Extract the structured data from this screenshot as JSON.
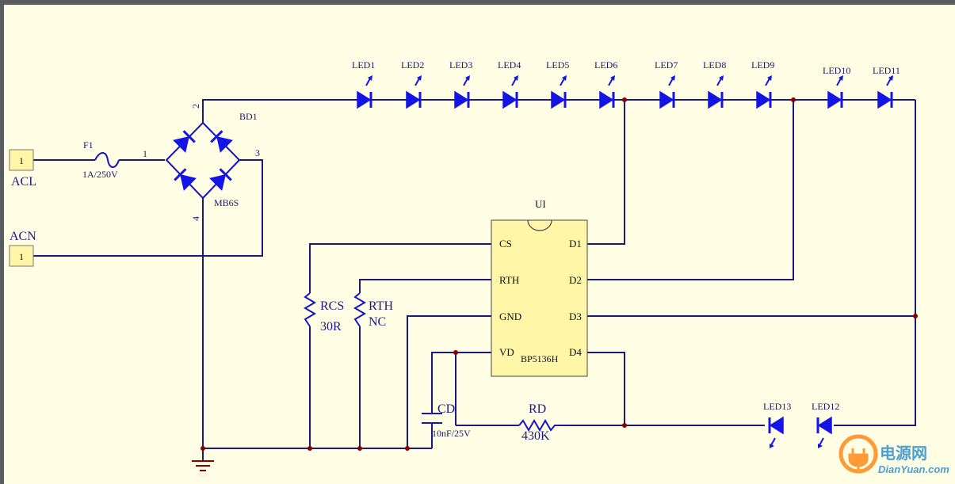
{
  "connectors": [
    {
      "pin": "1",
      "name": "ACL"
    },
    {
      "pin": "1",
      "name": "ACN"
    }
  ],
  "fuse": {
    "ref": "F1",
    "value": "1A/250V",
    "pin": "1"
  },
  "bridge": {
    "ref": "BD1",
    "value": "MB6S",
    "pins": [
      "2",
      "3",
      "4"
    ]
  },
  "leds_top": [
    "LED1",
    "LED2",
    "LED3",
    "LED4",
    "LED5",
    "LED6",
    "LED7",
    "LED8",
    "LED9",
    "LED10",
    "LED11"
  ],
  "leds_bottom": [
    "LED13",
    "LED12"
  ],
  "ic": {
    "ref": "UI",
    "part": "BP5136H",
    "left_pins": [
      "CS",
      "RTH",
      "GND",
      "VD"
    ],
    "right_pins": [
      "D1",
      "D2",
      "D3",
      "D4"
    ]
  },
  "resistors": [
    {
      "ref": "RCS",
      "value": "30R"
    },
    {
      "ref": "RTH",
      "value": "NC"
    },
    {
      "ref": "RD",
      "value": "430K"
    }
  ],
  "capacitor": {
    "ref": "CD",
    "value": "10nF/25V"
  },
  "watermark": {
    "cn": "电源网",
    "en": "DianYuan.com"
  }
}
